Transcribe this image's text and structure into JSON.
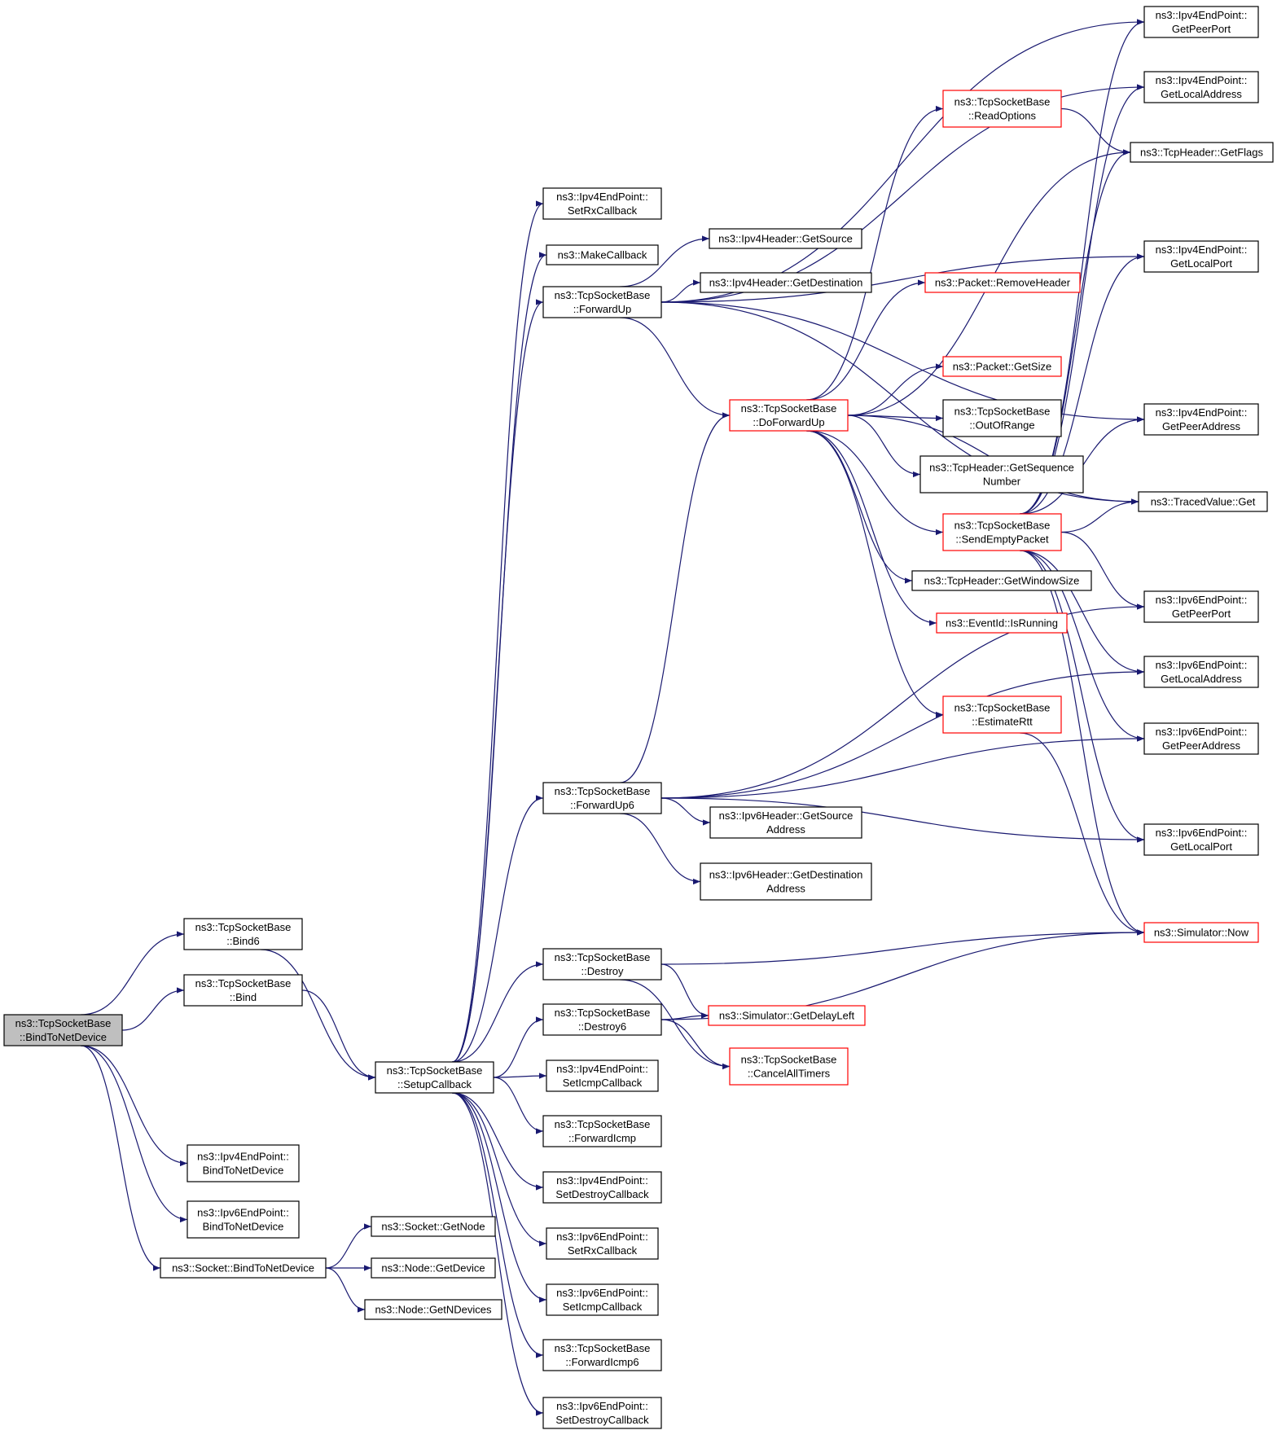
{
  "colors": {
    "edge": "#191970",
    "box_border": "#000000",
    "box_border_truncated": "#ff0000",
    "root_fill": "#bfbfbf",
    "box_fill": "#ffffff"
  },
  "nodes": [
    {
      "id": "root",
      "lines": [
        "ns3::TcpSocketBase",
        "::BindToNetDevice"
      ],
      "style": "root"
    },
    {
      "id": "bind6",
      "lines": [
        "ns3::TcpSocketBase",
        "::Bind6"
      ],
      "style": "normal"
    },
    {
      "id": "bind",
      "lines": [
        "ns3::TcpSocketBase",
        "::Bind"
      ],
      "style": "normal"
    },
    {
      "id": "ep4bind",
      "lines": [
        "ns3::Ipv4EndPoint::",
        "BindToNetDevice"
      ],
      "style": "normal"
    },
    {
      "id": "ep6bind",
      "lines": [
        "ns3::Ipv6EndPoint::",
        "BindToNetDevice"
      ],
      "style": "normal"
    },
    {
      "id": "sockbind",
      "lines": [
        "ns3::Socket::BindToNetDevice"
      ],
      "style": "normal"
    },
    {
      "id": "setup",
      "lines": [
        "ns3::TcpSocketBase",
        "::SetupCallback"
      ],
      "style": "normal"
    },
    {
      "id": "getnode",
      "lines": [
        "ns3::Socket::GetNode"
      ],
      "style": "normal"
    },
    {
      "id": "getdevice",
      "lines": [
        "ns3::Node::GetDevice"
      ],
      "style": "normal"
    },
    {
      "id": "getndevices",
      "lines": [
        "ns3::Node::GetNDevices"
      ],
      "style": "normal"
    },
    {
      "id": "ep4setrx",
      "lines": [
        "ns3::Ipv4EndPoint::",
        "SetRxCallback"
      ],
      "style": "normal"
    },
    {
      "id": "makecb",
      "lines": [
        "ns3::MakeCallback"
      ],
      "style": "normal"
    },
    {
      "id": "fwdup",
      "lines": [
        "ns3::TcpSocketBase",
        "::ForwardUp"
      ],
      "style": "normal"
    },
    {
      "id": "fwdup6",
      "lines": [
        "ns3::TcpSocketBase",
        "::ForwardUp6"
      ],
      "style": "normal"
    },
    {
      "id": "destroy",
      "lines": [
        "ns3::TcpSocketBase",
        "::Destroy"
      ],
      "style": "normal"
    },
    {
      "id": "destroy6",
      "lines": [
        "ns3::TcpSocketBase",
        "::Destroy6"
      ],
      "style": "normal"
    },
    {
      "id": "ep4icmp",
      "lines": [
        "ns3::Ipv4EndPoint::",
        "SetIcmpCallback"
      ],
      "style": "normal"
    },
    {
      "id": "fwdicmp",
      "lines": [
        "ns3::TcpSocketBase",
        "::ForwardIcmp"
      ],
      "style": "normal"
    },
    {
      "id": "ep4destroy",
      "lines": [
        "ns3::Ipv4EndPoint::",
        "SetDestroyCallback"
      ],
      "style": "normal"
    },
    {
      "id": "ep6setrx",
      "lines": [
        "ns3::Ipv6EndPoint::",
        "SetRxCallback"
      ],
      "style": "normal"
    },
    {
      "id": "ep6icmp",
      "lines": [
        "ns3::Ipv6EndPoint::",
        "SetIcmpCallback"
      ],
      "style": "normal"
    },
    {
      "id": "fwdicmp6",
      "lines": [
        "ns3::TcpSocketBase",
        "::ForwardIcmp6"
      ],
      "style": "normal"
    },
    {
      "id": "ep6destroy",
      "lines": [
        "ns3::Ipv6EndPoint::",
        "SetDestroyCallback"
      ],
      "style": "normal"
    },
    {
      "id": "v4src",
      "lines": [
        "ns3::Ipv4Header::GetSource"
      ],
      "style": "normal"
    },
    {
      "id": "v4dst",
      "lines": [
        "ns3::Ipv4Header::GetDestination"
      ],
      "style": "normal"
    },
    {
      "id": "doforward",
      "lines": [
        "ns3::TcpSocketBase",
        "::DoForwardUp"
      ],
      "style": "truncated"
    },
    {
      "id": "v6src",
      "lines": [
        "ns3::Ipv6Header::GetSource",
        "Address"
      ],
      "style": "normal"
    },
    {
      "id": "v6dst",
      "lines": [
        "ns3::Ipv6Header::GetDestination",
        "Address"
      ],
      "style": "normal"
    },
    {
      "id": "delayleft",
      "lines": [
        "ns3::Simulator::GetDelayLeft"
      ],
      "style": "truncated"
    },
    {
      "id": "canceltimers",
      "lines": [
        "ns3::TcpSocketBase",
        "::CancelAllTimers"
      ],
      "style": "truncated"
    },
    {
      "id": "readopts",
      "lines": [
        "ns3::TcpSocketBase",
        "::ReadOptions"
      ],
      "style": "truncated"
    },
    {
      "id": "removehdr",
      "lines": [
        "ns3::Packet::RemoveHeader"
      ],
      "style": "truncated"
    },
    {
      "id": "getsize",
      "lines": [
        "ns3::Packet::GetSize"
      ],
      "style": "truncated"
    },
    {
      "id": "outofrange",
      "lines": [
        "ns3::TcpSocketBase",
        "::OutOfRange"
      ],
      "style": "normal"
    },
    {
      "id": "getseq",
      "lines": [
        "ns3::TcpHeader::GetSequence",
        "Number"
      ],
      "style": "normal"
    },
    {
      "id": "sendempty",
      "lines": [
        "ns3::TcpSocketBase",
        "::SendEmptyPacket"
      ],
      "style": "truncated"
    },
    {
      "id": "getwin",
      "lines": [
        "ns3::TcpHeader::GetWindowSize"
      ],
      "style": "normal"
    },
    {
      "id": "isrunning",
      "lines": [
        "ns3::EventId::IsRunning"
      ],
      "style": "truncated"
    },
    {
      "id": "estrtt",
      "lines": [
        "ns3::TcpSocketBase",
        "::EstimateRtt"
      ],
      "style": "truncated"
    },
    {
      "id": "ep4peerport",
      "lines": [
        "ns3::Ipv4EndPoint::",
        "GetPeerPort"
      ],
      "style": "normal"
    },
    {
      "id": "ep4localaddr",
      "lines": [
        "ns3::Ipv4EndPoint::",
        "GetLocalAddress"
      ],
      "style": "normal"
    },
    {
      "id": "getflags",
      "lines": [
        "ns3::TcpHeader::GetFlags"
      ],
      "style": "normal"
    },
    {
      "id": "ep4localport",
      "lines": [
        "ns3::Ipv4EndPoint::",
        "GetLocalPort"
      ],
      "style": "normal"
    },
    {
      "id": "ep4peeraddr",
      "lines": [
        "ns3::Ipv4EndPoint::",
        "GetPeerAddress"
      ],
      "style": "normal"
    },
    {
      "id": "tracedget",
      "lines": [
        "ns3::TracedValue::Get"
      ],
      "style": "normal"
    },
    {
      "id": "ep6peerport",
      "lines": [
        "ns3::Ipv6EndPoint::",
        "GetPeerPort"
      ],
      "style": "normal"
    },
    {
      "id": "ep6localaddr",
      "lines": [
        "ns3::Ipv6EndPoint::",
        "GetLocalAddress"
      ],
      "style": "normal"
    },
    {
      "id": "ep6peeraddr",
      "lines": [
        "ns3::Ipv6EndPoint::",
        "GetPeerAddress"
      ],
      "style": "normal"
    },
    {
      "id": "ep6localport",
      "lines": [
        "ns3::Ipv6EndPoint::",
        "GetLocalPort"
      ],
      "style": "normal"
    },
    {
      "id": "simnow",
      "lines": [
        "ns3::Simulator::Now"
      ],
      "style": "truncated"
    }
  ],
  "edges": [
    [
      "root",
      "bind6"
    ],
    [
      "root",
      "bind"
    ],
    [
      "root",
      "ep4bind"
    ],
    [
      "root",
      "ep6bind"
    ],
    [
      "root",
      "sockbind"
    ],
    [
      "bind6",
      "setup"
    ],
    [
      "bind",
      "setup"
    ],
    [
      "sockbind",
      "getnode"
    ],
    [
      "sockbind",
      "getdevice"
    ],
    [
      "sockbind",
      "getndevices"
    ],
    [
      "setup",
      "ep4setrx"
    ],
    [
      "setup",
      "makecb"
    ],
    [
      "setup",
      "fwdup"
    ],
    [
      "setup",
      "fwdup6"
    ],
    [
      "setup",
      "destroy"
    ],
    [
      "setup",
      "destroy6"
    ],
    [
      "setup",
      "ep4icmp"
    ],
    [
      "setup",
      "fwdicmp"
    ],
    [
      "setup",
      "ep4destroy"
    ],
    [
      "setup",
      "ep6setrx"
    ],
    [
      "setup",
      "ep6icmp"
    ],
    [
      "setup",
      "fwdicmp6"
    ],
    [
      "setup",
      "ep6destroy"
    ],
    [
      "fwdup",
      "v4src"
    ],
    [
      "fwdup",
      "v4dst"
    ],
    [
      "fwdup",
      "doforward"
    ],
    [
      "fwdup",
      "ep4peerport"
    ],
    [
      "fwdup",
      "ep4localaddr"
    ],
    [
      "fwdup",
      "ep4localport"
    ],
    [
      "fwdup",
      "ep4peeraddr"
    ],
    [
      "fwdup",
      "tracedget"
    ],
    [
      "fwdup6",
      "v6src"
    ],
    [
      "fwdup6",
      "v6dst"
    ],
    [
      "fwdup6",
      "doforward"
    ],
    [
      "fwdup6",
      "ep6peerport"
    ],
    [
      "fwdup6",
      "ep6localaddr"
    ],
    [
      "fwdup6",
      "ep6peeraddr"
    ],
    [
      "fwdup6",
      "ep6localport"
    ],
    [
      "destroy",
      "delayleft"
    ],
    [
      "destroy",
      "canceltimers"
    ],
    [
      "destroy",
      "simnow"
    ],
    [
      "destroy6",
      "delayleft"
    ],
    [
      "destroy6",
      "canceltimers"
    ],
    [
      "destroy6",
      "simnow"
    ],
    [
      "doforward",
      "readopts"
    ],
    [
      "doforward",
      "getflags"
    ],
    [
      "doforward",
      "removehdr"
    ],
    [
      "doforward",
      "getsize"
    ],
    [
      "doforward",
      "outofrange"
    ],
    [
      "doforward",
      "getseq"
    ],
    [
      "doforward",
      "sendempty"
    ],
    [
      "doforward",
      "getwin"
    ],
    [
      "doforward",
      "isrunning"
    ],
    [
      "doforward",
      "estrtt"
    ],
    [
      "doforward",
      "tracedget"
    ],
    [
      "readopts",
      "getflags"
    ],
    [
      "sendempty",
      "ep4peerport"
    ],
    [
      "sendempty",
      "ep4localaddr"
    ],
    [
      "sendempty",
      "getflags"
    ],
    [
      "sendempty",
      "ep4localport"
    ],
    [
      "sendempty",
      "ep4peeraddr"
    ],
    [
      "sendempty",
      "tracedget"
    ],
    [
      "sendempty",
      "ep6peerport"
    ],
    [
      "sendempty",
      "ep6localaddr"
    ],
    [
      "sendempty",
      "ep6peeraddr"
    ],
    [
      "sendempty",
      "ep6localport"
    ],
    [
      "sendempty",
      "simnow"
    ],
    [
      "estrtt",
      "simnow"
    ]
  ]
}
